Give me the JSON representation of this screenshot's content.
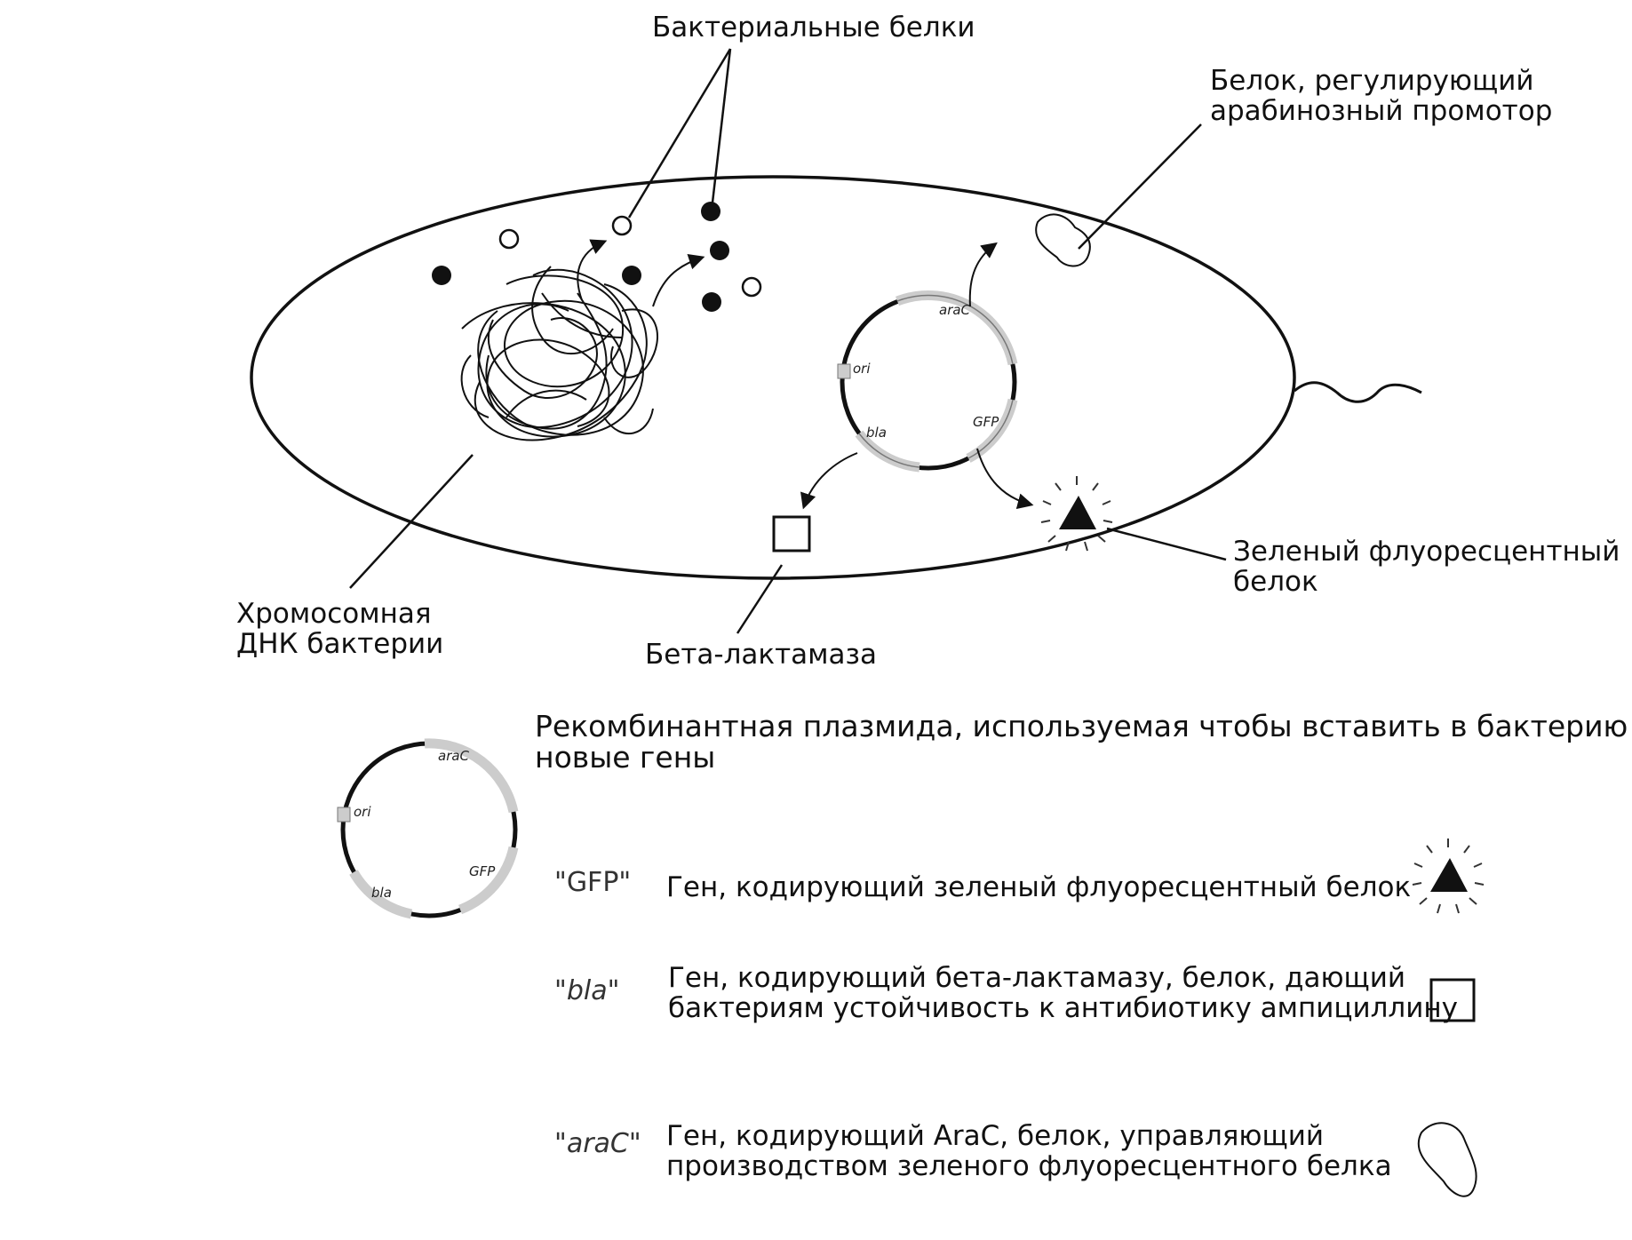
{
  "labels": {
    "bacterial_proteins": "Бактериальные белки",
    "regulator_protein": [
      "Белок, регулирующий",
      "арабинозный промотор"
    ],
    "chromosomal_dna": [
      "Хромосомная",
      "ДНК бактерии"
    ],
    "beta_lactamase": "Бета-лактамаза",
    "gfp_protein": [
      "Зеленый флуоресцентный",
      "белок"
    ]
  },
  "plasmid_genes": {
    "arac": "araC",
    "ori": "ori",
    "gfp": "GFP",
    "bla": "bla"
  },
  "legend": {
    "title": [
      "Рекомбинантная плазмида, используемая чтобы вставить в бактерию",
      "новые гены"
    ],
    "items": [
      {
        "key": "GFP",
        "desc": [
          "Ген, кодирующий зеленый флуоресцентный белок"
        ],
        "symbol": "glowing-triangle"
      },
      {
        "key": "bla",
        "desc": [
          "Ген, кодирующий бета-лактамазу, белок, дающий",
          "бактериям устойчивость к антибиотику ампициллину"
        ],
        "symbol": "square"
      },
      {
        "key": "araC",
        "desc": [
          "Ген, кодирующий AraC, белок, управляющий",
          "производством зеленого флуоресцентного белка"
        ],
        "symbol": "blob"
      }
    ]
  }
}
